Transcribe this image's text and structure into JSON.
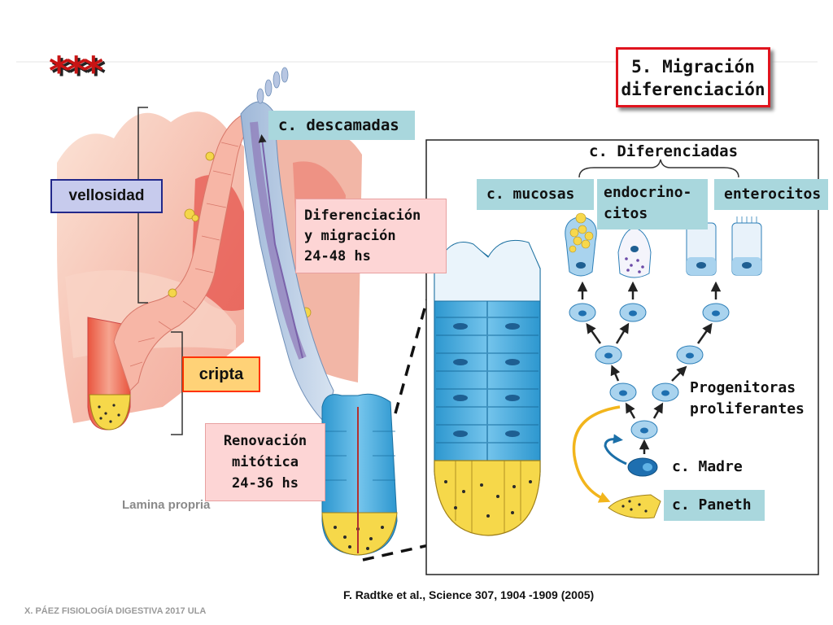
{
  "title": {
    "line1": "5. Migración",
    "line2": "diferenciación"
  },
  "stars": "***",
  "labels": {
    "vellosidad": "vellosidad",
    "cripta": "cripta",
    "lamina_propria": "Lamina propria",
    "descamadas": "c. descamadas",
    "diferenciacion": {
      "line1": "Diferenciación",
      "line2": "y migración",
      "line3": "24-48 hs"
    },
    "renovacion": {
      "line1": "Renovación",
      "line2": "mitótica",
      "line3": "24-36 hs"
    }
  },
  "inset": {
    "diferenciadas": "c. Diferenciadas",
    "mucosas": "c. mucosas",
    "endocrinocitos": {
      "line1": "endocrino-",
      "line2": "citos"
    },
    "enterocitos": "enterocitos",
    "progenitoras": {
      "line1": "Progenitoras",
      "line2": "proliferantes"
    },
    "madre": "c. Madre",
    "paneth": "c. Paneth"
  },
  "credit": "F.  Radtke et al.,  Science  307, 1904 -1909 (2005)",
  "footer": "X. PÁEZ   FISIOLOGÍA DIGESTIVA 2017  ULA",
  "colors": {
    "title_border": "#e0141e",
    "vellosidad_border": "#22288a",
    "vellosidad_fill": "#c7cbed",
    "cripta_border": "#ff3300",
    "cripta_fill": "#ffd277",
    "teal_label": "#a9d7dd",
    "pink_label": "#fdd5d5",
    "crypt_blue": "#3aa7dc",
    "paneth_yellow": "#f7dc45",
    "arrow_orange": "#f2b51c"
  }
}
